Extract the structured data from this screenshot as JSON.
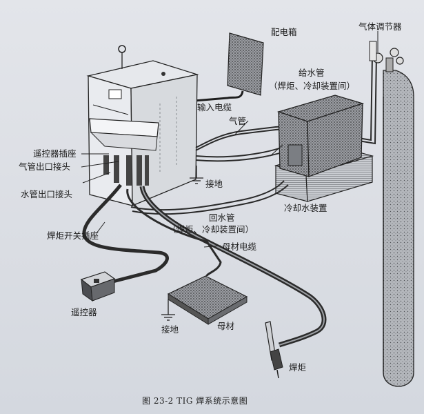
{
  "labels": {
    "power_box": "配电箱",
    "gas_regulator": "气体调节器",
    "water_supply_pipe": "给水管",
    "water_supply_pipe_sub": "（焊炬、冷却装置间）",
    "input_cable": "输入电缆",
    "gas_pipe": "气管",
    "remote_socket": "遥控器插座",
    "gas_outlet_joint": "气管出口接头",
    "water_outlet_joint": "水管出口接头",
    "ground_top": "接地",
    "return_water_pipe": "回水管",
    "return_water_pipe_sub": "（焊炬、冷却装置间）",
    "cooling_unit": "冷却水装置",
    "torch_switch_socket": "焊炬开关插座",
    "base_metal_cable": "母材电缆",
    "remote_controller": "遥控器",
    "ground_bottom": "接地",
    "base_metal": "母材",
    "torch": "焊炬"
  },
  "caption": "图 23-2   TIG 焊系统示意图"
}
